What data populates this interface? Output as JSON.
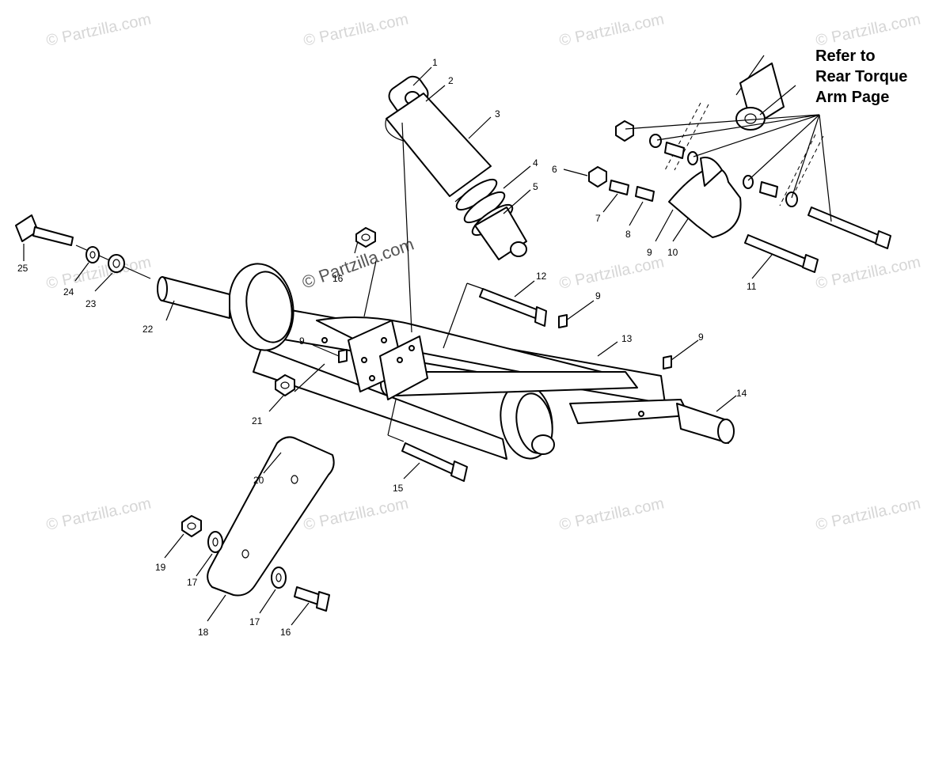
{
  "note": {
    "lines": [
      "Refer to",
      "Rear Torque",
      "Arm Page"
    ]
  },
  "watermark": "© Partzilla.com",
  "callouts": [
    {
      "id": "1",
      "label": "1"
    },
    {
      "id": "2",
      "label": "2"
    },
    {
      "id": "3",
      "label": "3"
    },
    {
      "id": "4",
      "label": "4"
    },
    {
      "id": "5",
      "label": "5"
    },
    {
      "id": "6",
      "label": "6"
    },
    {
      "id": "7",
      "label": "7"
    },
    {
      "id": "8",
      "label": "8"
    },
    {
      "id": "9a",
      "label": "9"
    },
    {
      "id": "9b",
      "label": "9"
    },
    {
      "id": "9c",
      "label": "9"
    },
    {
      "id": "9d",
      "label": "9"
    },
    {
      "id": "10",
      "label": "10"
    },
    {
      "id": "11",
      "label": "11"
    },
    {
      "id": "12",
      "label": "12"
    },
    {
      "id": "13",
      "label": "13"
    },
    {
      "id": "14",
      "label": "14"
    },
    {
      "id": "15",
      "label": "15"
    },
    {
      "id": "16a",
      "label": "16"
    },
    {
      "id": "16b",
      "label": "16"
    },
    {
      "id": "17a",
      "label": "17"
    },
    {
      "id": "17b",
      "label": "17"
    },
    {
      "id": "18",
      "label": "18"
    },
    {
      "id": "19",
      "label": "19"
    },
    {
      "id": "20",
      "label": "20"
    },
    {
      "id": "21",
      "label": "21"
    },
    {
      "id": "22",
      "label": "22"
    },
    {
      "id": "23",
      "label": "23"
    },
    {
      "id": "24",
      "label": "24"
    },
    {
      "id": "25",
      "label": "25"
    }
  ]
}
